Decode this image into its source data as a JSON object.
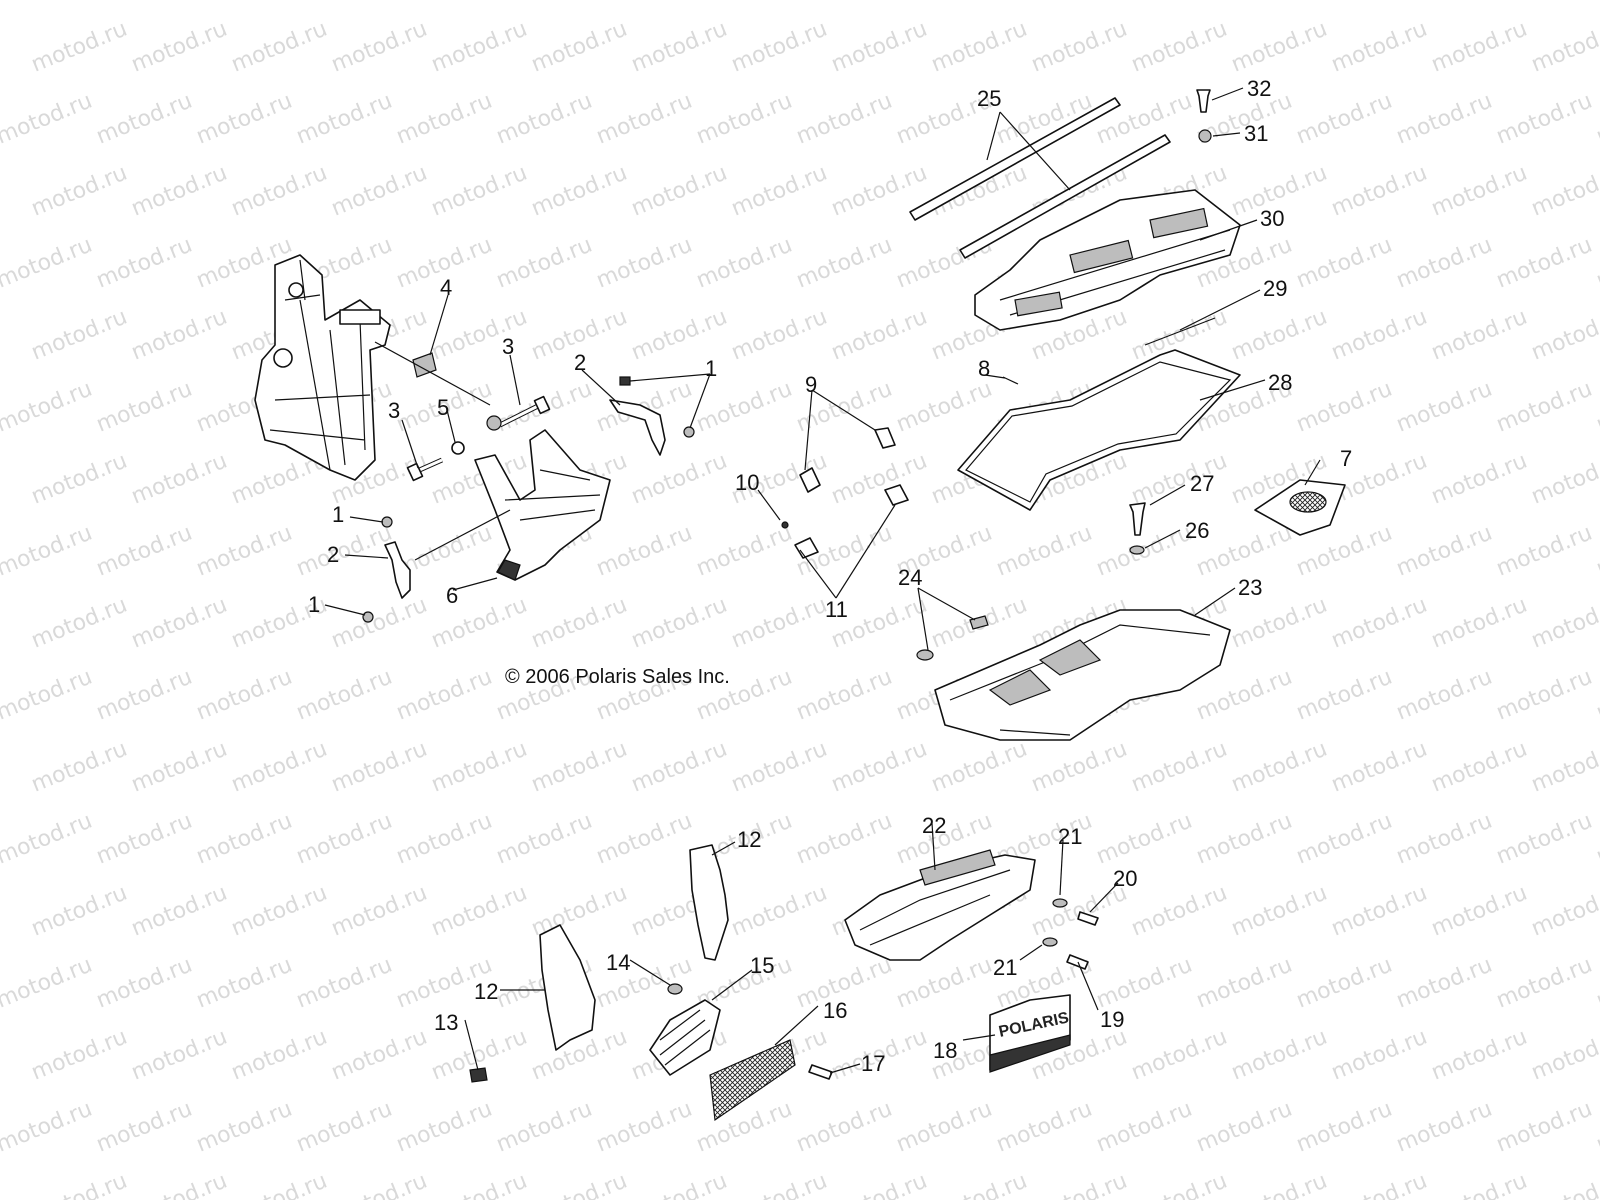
{
  "watermark": {
    "text": "motod.ru",
    "color": "#d9d9d9"
  },
  "copyright": "© 2006 Polaris Sales Inc.",
  "logo_text": "POLARIS",
  "callouts": [
    {
      "id": "c1a",
      "label": "1"
    },
    {
      "id": "c1b",
      "label": "1"
    },
    {
      "id": "c1c",
      "label": "1"
    },
    {
      "id": "c2a",
      "label": "2"
    },
    {
      "id": "c2b",
      "label": "2"
    },
    {
      "id": "c3a",
      "label": "3"
    },
    {
      "id": "c3b",
      "label": "3"
    },
    {
      "id": "c4",
      "label": "4"
    },
    {
      "id": "c5",
      "label": "5"
    },
    {
      "id": "c6",
      "label": "6"
    },
    {
      "id": "c7",
      "label": "7"
    },
    {
      "id": "c8",
      "label": "8"
    },
    {
      "id": "c9",
      "label": "9"
    },
    {
      "id": "c10",
      "label": "10"
    },
    {
      "id": "c11",
      "label": "11"
    },
    {
      "id": "c12a",
      "label": "12"
    },
    {
      "id": "c12b",
      "label": "12"
    },
    {
      "id": "c13",
      "label": "13"
    },
    {
      "id": "c14",
      "label": "14"
    },
    {
      "id": "c15",
      "label": "15"
    },
    {
      "id": "c16",
      "label": "16"
    },
    {
      "id": "c17",
      "label": "17"
    },
    {
      "id": "c18",
      "label": "18"
    },
    {
      "id": "c19",
      "label": "19"
    },
    {
      "id": "c20",
      "label": "20"
    },
    {
      "id": "c21a",
      "label": "21"
    },
    {
      "id": "c21b",
      "label": "21"
    },
    {
      "id": "c22",
      "label": "22"
    },
    {
      "id": "c23",
      "label": "23"
    },
    {
      "id": "c24",
      "label": "24"
    },
    {
      "id": "c25",
      "label": "25"
    },
    {
      "id": "c26",
      "label": "26"
    },
    {
      "id": "c27",
      "label": "27"
    },
    {
      "id": "c28",
      "label": "28"
    },
    {
      "id": "c29",
      "label": "29"
    },
    {
      "id": "c30",
      "label": "30"
    },
    {
      "id": "c31",
      "label": "31"
    },
    {
      "id": "c32",
      "label": "32"
    }
  ]
}
